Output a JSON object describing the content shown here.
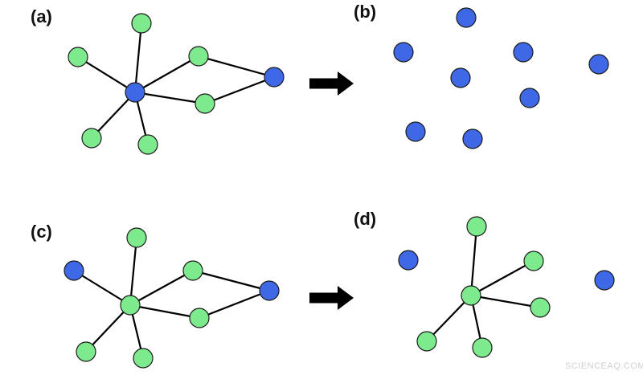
{
  "colors": {
    "green": "#7eea8e",
    "blue": "#3f68e6",
    "edge": "#000000",
    "arrow": "#000000"
  },
  "watermark": "SCIENCEAQ.COM",
  "panels": [
    {
      "id": "a",
      "label": "(a)",
      "nodes": [
        {
          "id": "hub",
          "color": "blue"
        },
        {
          "id": "top",
          "color": "green"
        },
        {
          "id": "left",
          "color": "green"
        },
        {
          "id": "midtop",
          "color": "green"
        },
        {
          "id": "midbottom",
          "color": "green"
        },
        {
          "id": "right",
          "color": "blue"
        },
        {
          "id": "bottomleft",
          "color": "green"
        },
        {
          "id": "bottommid",
          "color": "green"
        }
      ],
      "edges": [
        [
          "hub",
          "top"
        ],
        [
          "hub",
          "left"
        ],
        [
          "hub",
          "midtop"
        ],
        [
          "hub",
          "midbottom"
        ],
        [
          "hub",
          "bottomleft"
        ],
        [
          "hub",
          "bottommid"
        ],
        [
          "midtop",
          "right"
        ],
        [
          "midbottom",
          "right"
        ]
      ]
    },
    {
      "id": "b",
      "label": "(b)",
      "nodes": [
        {
          "id": "n1",
          "color": "blue"
        },
        {
          "id": "n2",
          "color": "blue"
        },
        {
          "id": "n3",
          "color": "blue"
        },
        {
          "id": "n4",
          "color": "blue"
        },
        {
          "id": "n5",
          "color": "blue"
        },
        {
          "id": "n6",
          "color": "blue"
        },
        {
          "id": "n7",
          "color": "blue"
        },
        {
          "id": "n8",
          "color": "blue"
        }
      ],
      "edges": []
    },
    {
      "id": "c",
      "label": "(c)",
      "nodes": [
        {
          "id": "hub",
          "color": "green"
        },
        {
          "id": "top",
          "color": "green"
        },
        {
          "id": "left",
          "color": "blue"
        },
        {
          "id": "midtop",
          "color": "green"
        },
        {
          "id": "midbottom",
          "color": "green"
        },
        {
          "id": "right",
          "color": "blue"
        },
        {
          "id": "bottomleft",
          "color": "green"
        },
        {
          "id": "bottommid",
          "color": "green"
        }
      ],
      "edges": [
        [
          "hub",
          "top"
        ],
        [
          "hub",
          "left"
        ],
        [
          "hub",
          "midtop"
        ],
        [
          "hub",
          "midbottom"
        ],
        [
          "hub",
          "bottomleft"
        ],
        [
          "hub",
          "bottommid"
        ],
        [
          "midtop",
          "right"
        ],
        [
          "midbottom",
          "right"
        ]
      ]
    },
    {
      "id": "d",
      "label": "(d)",
      "nodes": [
        {
          "id": "hub",
          "color": "green"
        },
        {
          "id": "top",
          "color": "green"
        },
        {
          "id": "midtop",
          "color": "green"
        },
        {
          "id": "midbottom",
          "color": "green"
        },
        {
          "id": "bottomleft",
          "color": "green"
        },
        {
          "id": "bottommid",
          "color": "green"
        },
        {
          "id": "isolated-left",
          "color": "blue"
        },
        {
          "id": "isolated-right",
          "color": "blue"
        }
      ],
      "edges": [
        [
          "hub",
          "top"
        ],
        [
          "hub",
          "midtop"
        ],
        [
          "hub",
          "midbottom"
        ],
        [
          "hub",
          "bottomleft"
        ],
        [
          "hub",
          "bottommid"
        ]
      ]
    }
  ],
  "arrows": [
    {
      "id": "top-arrow",
      "from": "a",
      "to": "b"
    },
    {
      "id": "bottom-arrow",
      "from": "c",
      "to": "d"
    }
  ]
}
